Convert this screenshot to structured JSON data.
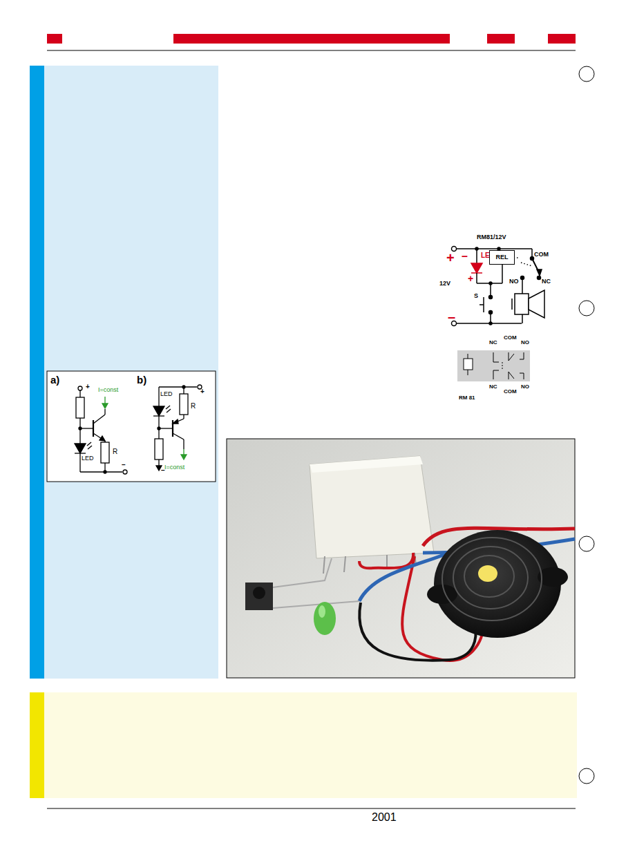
{
  "diagram": {
    "nodes": [
      {
        "text": [
          "REL"
        ]
      }
    ],
    "labels": [
      "a)",
      "+",
      "I=const",
      "LED",
      "R",
      "–",
      "b)",
      "LED",
      "R",
      "+",
      "–",
      "I=const",
      "RM81/12V",
      "+",
      "–",
      "LED",
      "+",
      "12V",
      "S",
      "COM",
      "NO",
      "NC",
      "–",
      "COM",
      "NC",
      "NO",
      "NC",
      "NO",
      "COM",
      "RM 81",
      "2001"
    ]
  }
}
